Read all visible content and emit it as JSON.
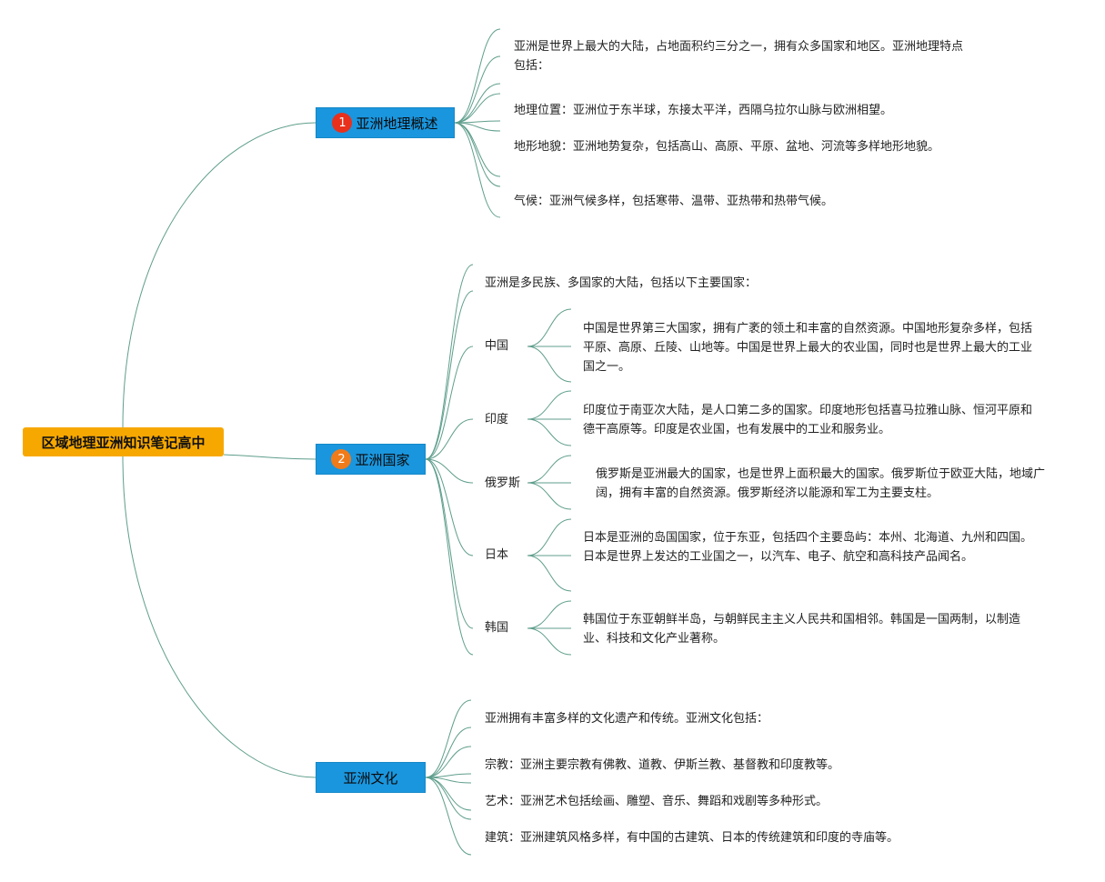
{
  "root": {
    "label": "区域地理亚洲知识笔记高中"
  },
  "branches": [
    {
      "label": "亚洲地理概述",
      "badge": "1",
      "badge_color": "#e8301c",
      "items": [
        "亚洲是世界上最大的大陆，占地面积约三分之一，拥有众多国家和地区。亚洲地理特点包括：",
        "地理位置：亚洲位于东半球，东接太平洋，西隔乌拉尔山脉与欧洲相望。",
        "地形地貌：亚洲地势复杂，包括高山、高原、平原、盆地、河流等多样地形地貌。",
        "气候：亚洲气候多样，包括寒带、温带、亚热带和热带气候。"
      ]
    },
    {
      "label": "亚洲国家",
      "badge": "2",
      "badge_color": "#f07b1a",
      "intro": "亚洲是多民族、多国家的大陆，包括以下主要国家：",
      "countries": [
        {
          "name": "中国",
          "desc": "中国是世界第三大国家，拥有广袤的领土和丰富的自然资源。中国地形复杂多样，包括平原、高原、丘陵、山地等。中国是世界上最大的农业国，同时也是世界上最大的工业国之一。"
        },
        {
          "name": "印度",
          "desc": "印度位于南亚次大陆，是人口第二多的国家。印度地形包括喜马拉雅山脉、恒河平原和德干高原等。印度是农业国，也有发展中的工业和服务业。"
        },
        {
          "name": "俄罗斯",
          "desc": "俄罗斯是亚洲最大的国家，也是世界上面积最大的国家。俄罗斯位于欧亚大陆，地域广阔，拥有丰富的自然资源。俄罗斯经济以能源和军工为主要支柱。"
        },
        {
          "name": "日本",
          "desc": "日本是亚洲的岛国国家，位于东亚，包括四个主要岛屿：本州、北海道、九州和四国。日本是世界上发达的工业国之一，以汽车、电子、航空和高科技产品闻名。"
        },
        {
          "name": "韩国",
          "desc": "韩国位于东亚朝鲜半岛，与朝鲜民主主义人民共和国相邻。韩国是一国两制，以制造业、科技和文化产业著称。"
        }
      ]
    },
    {
      "label": "亚洲文化",
      "items": [
        "亚洲拥有丰富多样的文化遗产和传统。亚洲文化包括：",
        "宗教：亚洲主要宗教有佛教、道教、伊斯兰教、基督教和印度教等。",
        "艺术：亚洲艺术包括绘画、雕塑、音乐、舞蹈和戏剧等多种形式。",
        "建筑：亚洲建筑风格多样，有中国的古建筑、日本的传统建筑和印度的寺庙等。"
      ]
    }
  ],
  "colors": {
    "root": "#f7a800",
    "branch": "#1a96de",
    "link": "#5f9e8c"
  }
}
